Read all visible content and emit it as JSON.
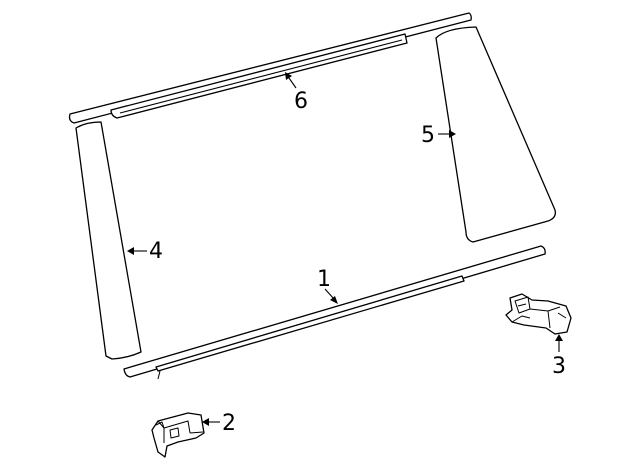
{
  "diagram": {
    "callouts": {
      "part_1": "1",
      "part_2": "2",
      "part_3": "3",
      "part_4": "4",
      "part_5": "5",
      "part_6": "6"
    }
  }
}
